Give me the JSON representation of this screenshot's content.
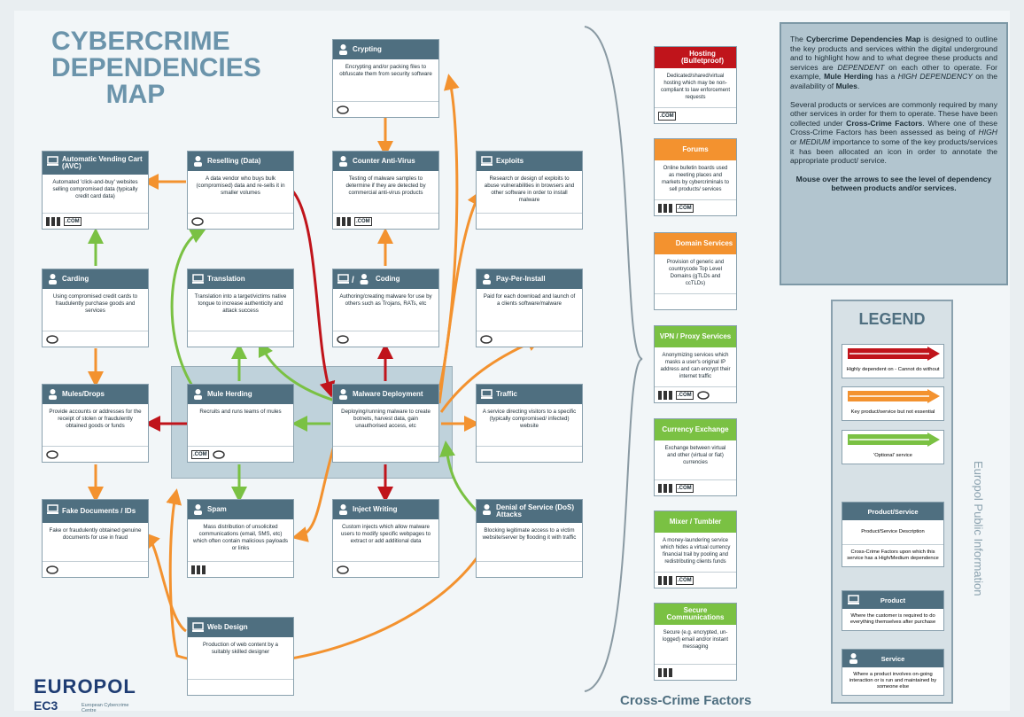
{
  "title": {
    "l1": "CYBERCRIME",
    "l2": "DEPENDENCIES",
    "l3": "MAP"
  },
  "boxes": {
    "crypting": {
      "name": "Crypting",
      "desc": "Encrypting and/or packing files to obfuscate them from security software"
    },
    "avc": {
      "name": "Automatic Vending Cart (AVC)",
      "desc": "Automated 'click-and-buy' websites selling compromised data (typically credit card data)"
    },
    "reselling": {
      "name": "Reselling (Data)",
      "desc": "A data vendor who buys bulk (compromised) data and re-sells it in smaller volumes"
    },
    "counter": {
      "name": "Counter Anti-Virus",
      "desc": "Testing of malware samples to determine if they are detected by commercial anti-virus products"
    },
    "exploits": {
      "name": "Exploits",
      "desc": "Research or design of exploits to abuse vulnerabilities in browsers and other software in order to install malware"
    },
    "carding": {
      "name": "Carding",
      "desc": "Using compromised credit cards to fraudulently purchase goods and services"
    },
    "translation": {
      "name": "Translation",
      "desc": "Translation into a target/victims native tongue to increase authenticity and attack success"
    },
    "coding": {
      "name": "Coding",
      "desc": "Authoring/creating malware for use by others such as Trojans, RATs, etc"
    },
    "ppi": {
      "name": "Pay-Per-Install",
      "desc": "Paid for each download and launch of a clients software/malware"
    },
    "mules": {
      "name": "Mules/Drops",
      "desc": "Provide accounts or addresses for the receipt of stolen or fraudulently obtained goods or funds"
    },
    "mule_herding": {
      "name": "Mule Herding",
      "desc": "Recruits and runs teams of mules"
    },
    "malware_dep": {
      "name": "Malware Deployment",
      "desc": "Deploying/running malware to create botnets, harvest data, gain unauthorised access, etc"
    },
    "traffic": {
      "name": "Traffic",
      "desc": "A service directing visitors to a specific (typically compromised/ infected) website"
    },
    "fake_docs": {
      "name": "Fake Documents / IDs",
      "desc": "Fake or fraudulently obtained genuine documents for use in fraud"
    },
    "spam": {
      "name": "Spam",
      "desc": "Mass distribution of unsolicited communications (email, SMS, etc) which often contain malicious payloads or links"
    },
    "inject": {
      "name": "Inject Writing",
      "desc": "Custom injects which allow malware users to modify specific webpages to extract or add additional data"
    },
    "dos": {
      "name": "Denial of Service (DoS) Attacks",
      "desc": "Blocking legitimate access to a victim website/server by flooding it with traffic"
    },
    "webdesign": {
      "name": "Web Design",
      "desc": "Production of web content by a suitably skilled designer"
    }
  },
  "cross_crime": {
    "label": "Cross-Crime Factors",
    "items": [
      {
        "name": "Hosting (Bulletproof)",
        "desc": "Dedicated/shared/virtual hosting which may be non-compliant to law enforcement requests",
        "color": "#c0141b"
      },
      {
        "name": "Forums",
        "desc": "Online bulletin boards used as meeting places and markets by cybercriminals to sell products/ services",
        "color": "#f3922f"
      },
      {
        "name": "Domain Services",
        "desc": "Provision of generic and countrycode Top Level Domains (gTLDs and ccTLDs)",
        "color": "#f3922f"
      },
      {
        "name": "VPN / Proxy Services",
        "desc": "Anonymizing services which masks a user's original IP address and can encrypt their internet traffic",
        "color": "#7ac143"
      },
      {
        "name": "Currency Exchange",
        "desc": "Exchange between virtual and other (virtual or fiat) currencies",
        "color": "#7ac143"
      },
      {
        "name": "Mixer / Tumbler",
        "desc": "A money-laundering service which hides a virtual currency financial trail by pooling and redistributing clients funds",
        "color": "#7ac143"
      },
      {
        "name": "Secure Communications",
        "desc": "Secure (e.g. encrypted, un-logged) email and/or instant messaging",
        "color": "#7ac143"
      }
    ]
  },
  "icons": {
    "com": ".COM"
  },
  "info": {
    "p1a": "The ",
    "p1b": "Cybercrime Dependencies Map",
    "p1c": " is designed to outline the key products and services within the digital underground and to highlight how and to what degree these products and services are ",
    "p1d": "DEPENDENT",
    "p1e": " on each other to operate. For example, ",
    "p1f": "Mule Herding",
    "p1g": " has a ",
    "p1h": "HIGH DEPENDENCY",
    "p1i": " on the availability of ",
    "p1j": "Mules",
    "p1k": ".",
    "p2a": "Several products or services are commonly required by many other services in order for them to operate. These have been collected under ",
    "p2b": "Cross-Crime Factors",
    "p2c": ". Where one of these Cross-Crime Factors has been assessed as being of ",
    "p2d": "HIGH",
    "p2e": " or ",
    "p2f": "MEDIUM",
    "p2g": " importance to some of the key products/services it has been allocated an icon in order to annotate the appropriate product/ service.",
    "p3": "Mouse over the arrows to see the level of dependency between products and/or services."
  },
  "legend": {
    "title": "LEGEND",
    "high": "Highly dependent on - Cannot do without",
    "key": "Key product/service but not essential",
    "optional": "'Optional' service",
    "ps_head": "Product/Service",
    "ps_desc": "Product/Service Description",
    "ps_foot": "Cross-Crime Factors upon which this service has a High/Medium dependence",
    "prod_head": "Product",
    "prod_desc": "Where the customer is required to do everything themselves after purchase",
    "serv_head": "Service",
    "serv_desc": "Where a product involves on-going interaction or is run and maintained by someone else",
    "colors": {
      "high": "#c0141b",
      "key": "#f3922f",
      "optional": "#7ac143"
    }
  },
  "side_text": "Europol Public Information",
  "logo": {
    "name": "EUROPOL",
    "ec3": "EC3",
    "centre": "European Cybercrime Centre"
  }
}
